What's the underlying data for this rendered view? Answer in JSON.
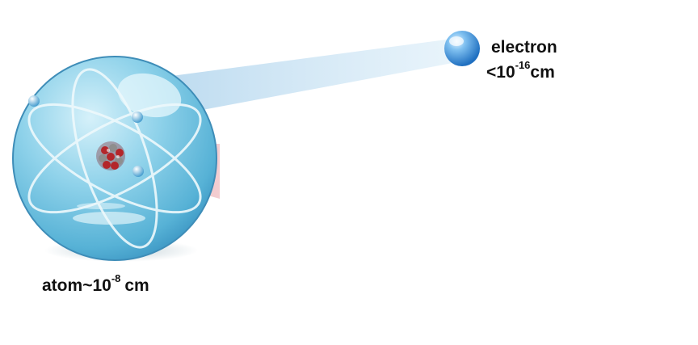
{
  "electron": {
    "name": "electron",
    "size_prefix": "<10",
    "size_exponent": "-16",
    "size_unit": "cm"
  },
  "atom": {
    "name": "atom",
    "approx_symbol": "~",
    "size_base": "10",
    "size_exponent": "-8",
    "size_unit": "cm"
  },
  "colors": {
    "atom_sphere": "#6cc3e0",
    "electron_sphere": "#3d8fd8",
    "beam": "#b9d9ef",
    "nucleus_beam": "#e8b3b8",
    "nucleus_proton": "#b3262a",
    "orbit": "#e9f6fb"
  }
}
